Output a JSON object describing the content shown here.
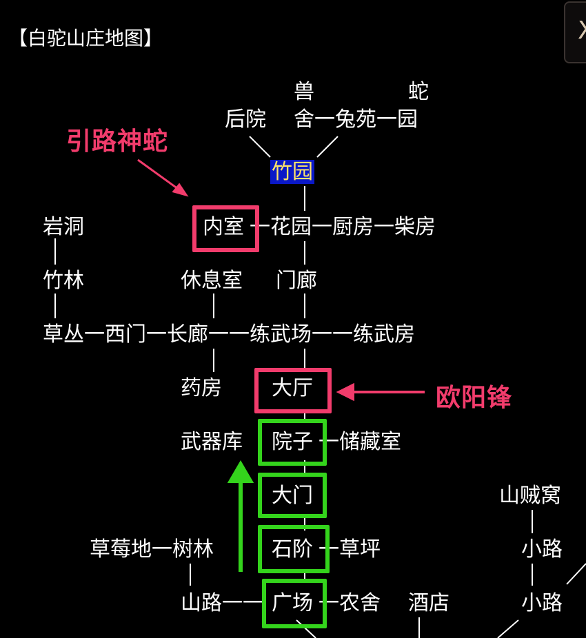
{
  "title": "【白驼山庄地图】",
  "corner_button": {
    "icon": "close-icon",
    "glyph": "X"
  },
  "rooms": {
    "shou": "兽",
    "she": "蛇",
    "houyuan": "后院",
    "sheline": "舍一兔苑一园",
    "zhuyuan": "竹园",
    "yandong": "岩洞",
    "neishi": "内室",
    "huayuan_row": "一花园一厨房一柴房",
    "zhulin": "竹林",
    "xiuxishi": "休息室",
    "menlang": "门廊",
    "row5": "草丛一西门一长廊一一练武场一一练武房",
    "yaofang": "药房",
    "dating": "大厅",
    "wuqiku": "武器库",
    "yuanzi": "院子",
    "chucangshi": "一储藏室",
    "shanzeiwo": "山贼窝",
    "damen": "大门",
    "caomeidi_row": "草莓地一树林",
    "shijie": "石阶",
    "caoping": "一草坪",
    "xiaolu1": "小路",
    "shanlu_row": "山路一一",
    "guangchang": "广场",
    "nongshe": "一农舍",
    "jiudian": "酒店",
    "xiaolu2": "小路"
  },
  "annotations": {
    "guide_snake": "引路神蛇",
    "ouyangfeng": "欧阳锋"
  },
  "colors": {
    "background": "#000000",
    "text": "#ffffff",
    "highlight_bg": "#0a18c8",
    "highlight_text": "#ffe36a",
    "annotation_red": "#f23c6c",
    "path_green": "#34d41c"
  }
}
